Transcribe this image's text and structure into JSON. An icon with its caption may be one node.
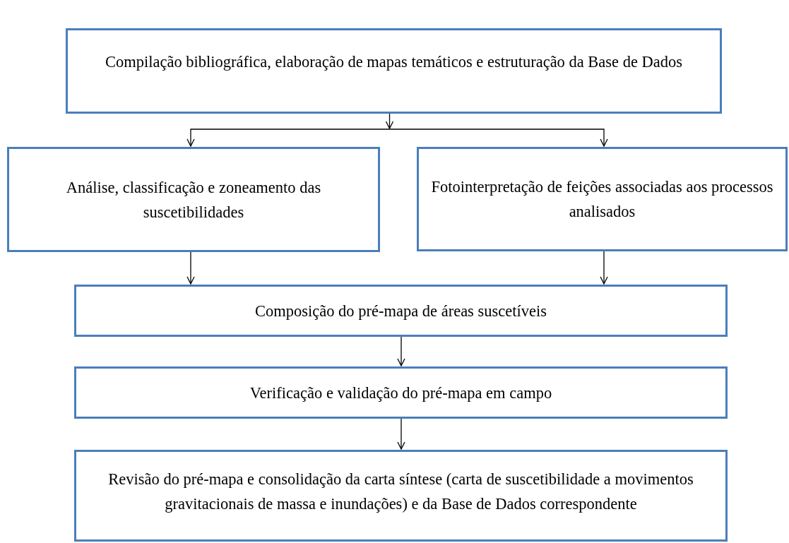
{
  "diagram": {
    "nodes": [
      {
        "text": [
          "Compilação bibliográfica, elaboração de mapas temáticos e estruturação da Base de Dados"
        ]
      },
      {
        "text": [
          "Análise, classificação e zoneamento das suscetibilidades"
        ]
      },
      {
        "text": [
          "Fotointerpretação de feições associadas aos processos analisados"
        ]
      },
      {
        "text": [
          "Composição do pré-mapa de áreas suscetíveis"
        ]
      },
      {
        "text": [
          "Verificação e validação do pré-mapa em campo"
        ]
      },
      {
        "text": [
          "Revisão do pré-mapa e consolidação da carta síntese (carta de suscetibilidade a movimentos gravitacionais de massa e inundações) e da Base de Dados correspondente"
        ]
      }
    ],
    "edges": [
      {
        "from": 0,
        "to": 1,
        "arrow": "to"
      },
      {
        "from": 0,
        "to": 2,
        "arrow": "to"
      },
      {
        "from": 1,
        "to": 3,
        "arrow": "to"
      },
      {
        "from": 2,
        "to": 3,
        "arrow": "to"
      },
      {
        "from": 3,
        "to": 4,
        "arrow": "to"
      },
      {
        "from": 4,
        "to": 5,
        "arrow": "to"
      }
    ]
  }
}
